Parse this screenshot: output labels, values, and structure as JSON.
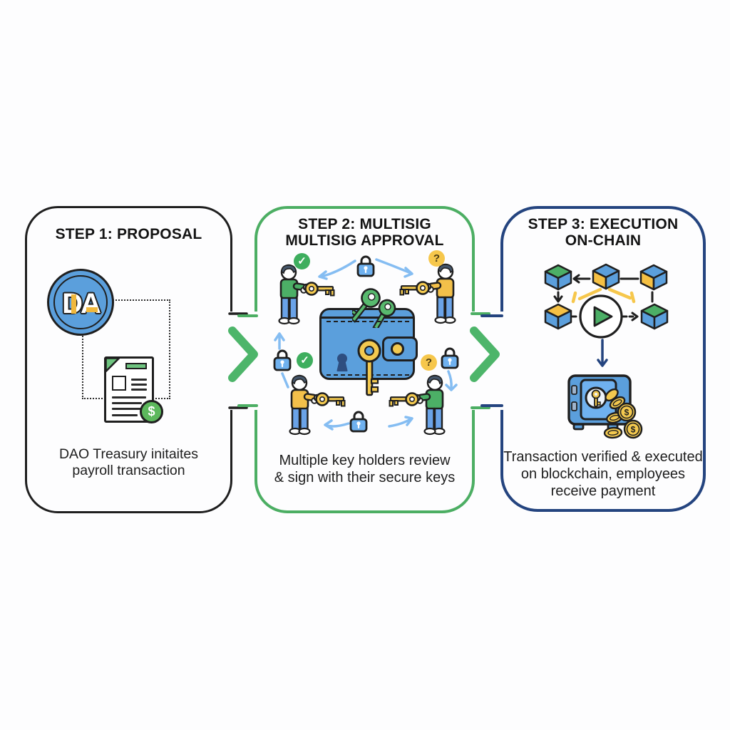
{
  "diagram": {
    "topic": "DAO payroll multisig process",
    "panels": [
      {
        "step": 1,
        "title_lines": [
          "STEP 1: PROPOSAL"
        ],
        "caption_lines": [
          "DAO Treasury initaites",
          "payroll transaction"
        ],
        "icons": [
          "dao-logo",
          "proposal-document",
          "dollar-badge"
        ]
      },
      {
        "step": 2,
        "title_lines": [
          "STEP 2: MULTISIG",
          "MULTISIG APPROVAL"
        ],
        "caption_lines": [
          "Multiple key holders review",
          "& sign with their secure keys"
        ],
        "icons": [
          "wallet",
          "keys",
          "locks",
          "key-holders",
          "check-badges",
          "question-badges"
        ]
      },
      {
        "step": 3,
        "title_lines": [
          "STEP 3: EXECUTION",
          "ON-CHAIN"
        ],
        "caption_lines": [
          "Transaction verified & executed",
          "on blockchain, employees",
          "receive payment"
        ],
        "icons": [
          "blockchain-blocks",
          "play-button",
          "safe",
          "coins"
        ]
      }
    ],
    "glyphs": {
      "dao_logo_text": "DA",
      "dollar_sign": "$",
      "check_mark": "✓",
      "question_mark": "?"
    },
    "colors": {
      "background": "#fdfdfe",
      "outline_black": "#1f1f1f",
      "panel1_border": "#1f1f1f",
      "panel2_border": "#4cae63",
      "panel3_border": "#24447f",
      "chevron_green": "#4db56a",
      "primary_blue": "#5b9fdc",
      "lock_blue": "#6fb1ef",
      "arrow_light_blue": "#85bdf2",
      "accent_green": "#4caf66",
      "accent_yellow": "#f3c94f",
      "badge_yellow": "#f6c74c",
      "pants_blue": "#6aa3e8",
      "navy": "#24447f"
    }
  }
}
